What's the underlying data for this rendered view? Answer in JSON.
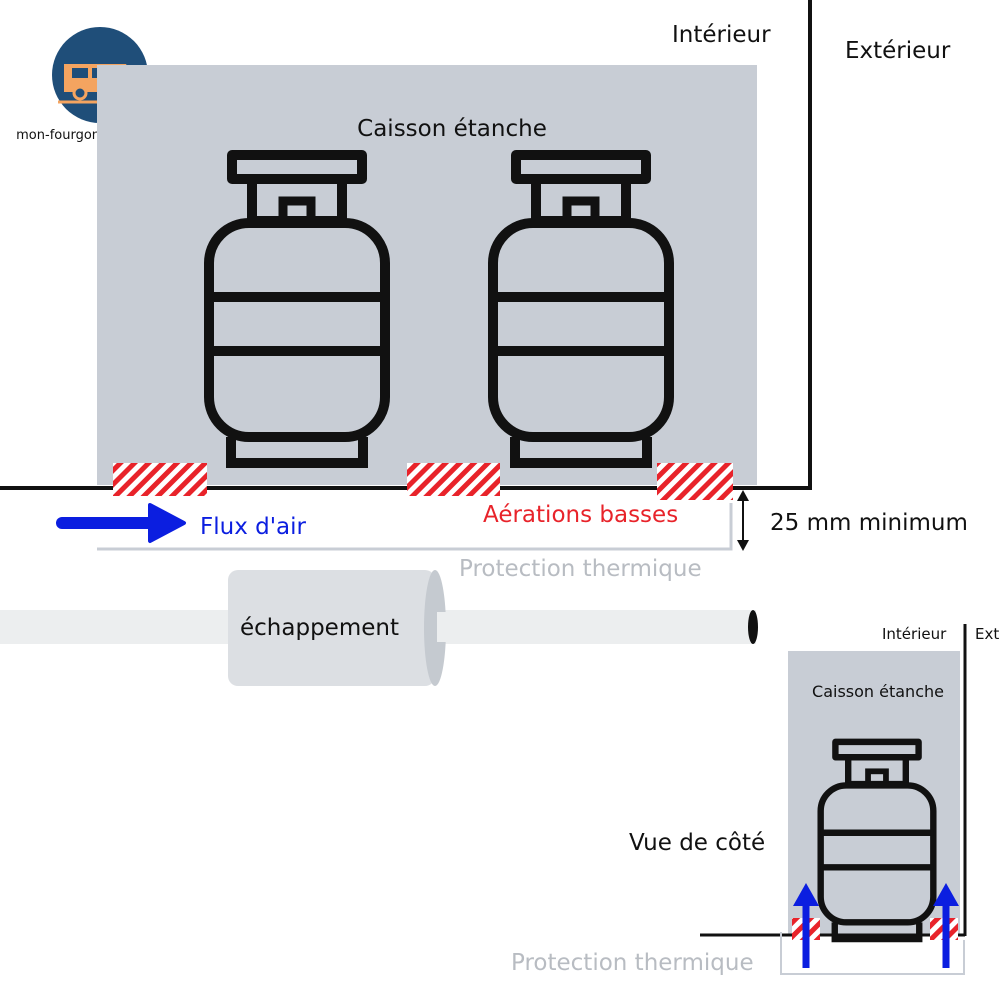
{
  "logo": {
    "caption": "mon-fourgon-amenage.fr",
    "icon": "van-icon",
    "badge_color": "#1f4e79",
    "van_color": "#f4a460"
  },
  "main_view": {
    "inside_label": "Intérieur",
    "outside_label": "Extérieur",
    "box_label": "Caisson étanche",
    "airflow_label": "Flux d'air",
    "vents_label": "Aérations basses",
    "gap_label": "25 mm minimum",
    "shield_label": "Protection thermique",
    "exhaust_label": "échappement"
  },
  "side_view": {
    "title": "Vue de côté",
    "inside_label": "Intérieur",
    "outside_label": "Ext",
    "box_label": "Caisson étanche",
    "shield_label": "Protection thermique"
  },
  "colors": {
    "box": "#c8cdd5",
    "airflow": "#0b1ee0",
    "vent_stripe": "#e8232a",
    "shield_text": "#b8bcc2",
    "pipe": "#eceeef",
    "muffler": "#dcdfe3"
  }
}
